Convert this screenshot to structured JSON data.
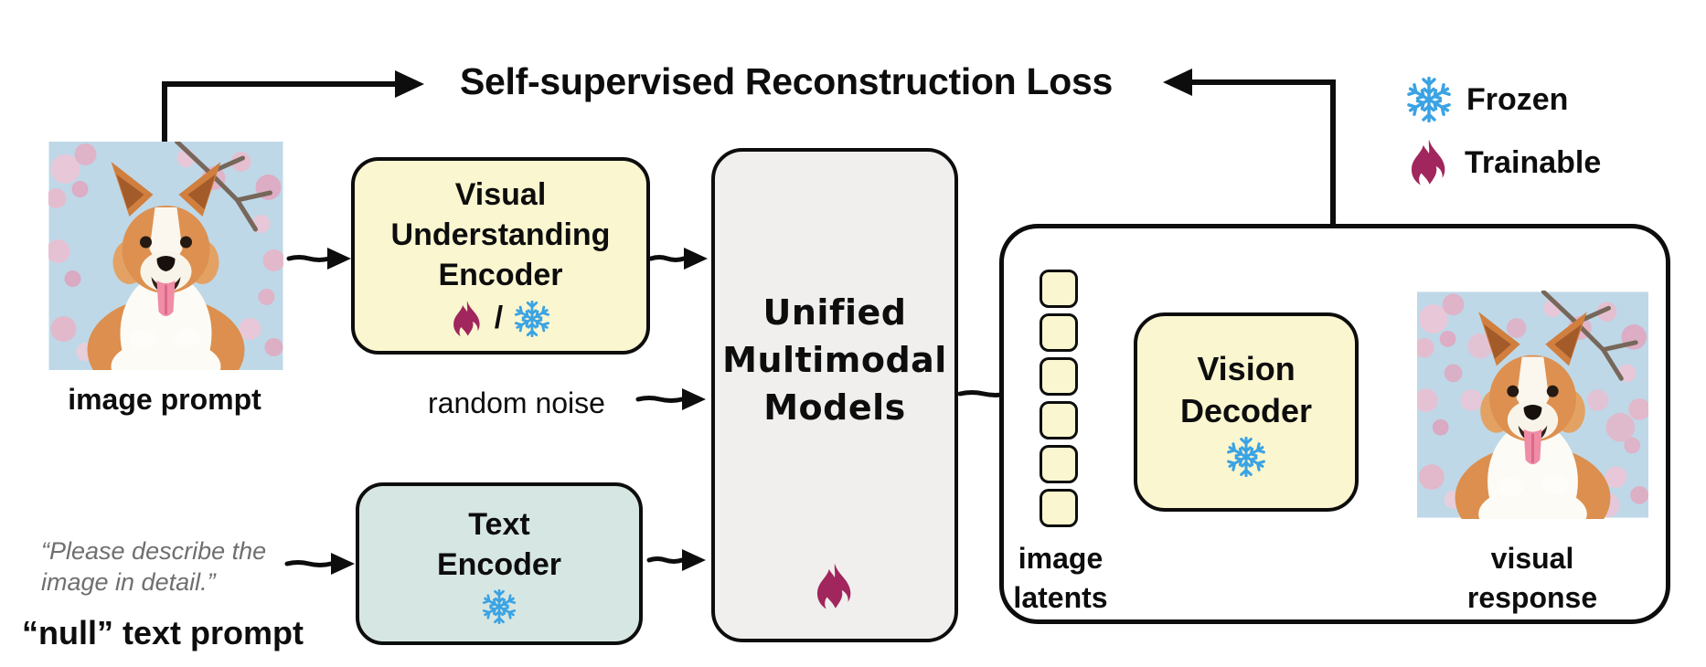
{
  "title": "Self-supervised Reconstruction Loss",
  "legend": {
    "frozen": "Frozen",
    "trainable": "Trainable"
  },
  "left": {
    "image_prompt_label": "image prompt",
    "quote_line1": "“Please describe the",
    "quote_line2": "image in detail.”",
    "null_prompt_label": "“null” text prompt",
    "random_noise_label": "random noise"
  },
  "boxes": {
    "visual_understanding_encoder": {
      "line1": "Visual",
      "line2": "Understanding",
      "line3": "Encoder",
      "separator": "/",
      "status": "trainable or frozen"
    },
    "text_encoder": {
      "line1": "Text",
      "line2": "Encoder",
      "status": "frozen"
    },
    "unified_multimodal_models": {
      "line1": "Unified",
      "line2": "Multimodal",
      "line3": "Models",
      "status": "trainable"
    },
    "vision_decoder": {
      "line1": "Vision",
      "line2": "Decoder",
      "status": "frozen"
    }
  },
  "decoder_panel": {
    "image_latents_line1": "image",
    "image_latents_line2": "latents",
    "latent_count": 6,
    "visual_response_line1": "visual",
    "visual_response_line2": "response"
  },
  "colors": {
    "box_yellow": "#faf6d0",
    "box_blue": "#d6e6e3",
    "box_gray": "#f0efed",
    "flame": "#a1265d",
    "snowflake": "#3ba3e3",
    "ink": "#0d0d0d",
    "quote_gray": "#6f6f6f"
  }
}
